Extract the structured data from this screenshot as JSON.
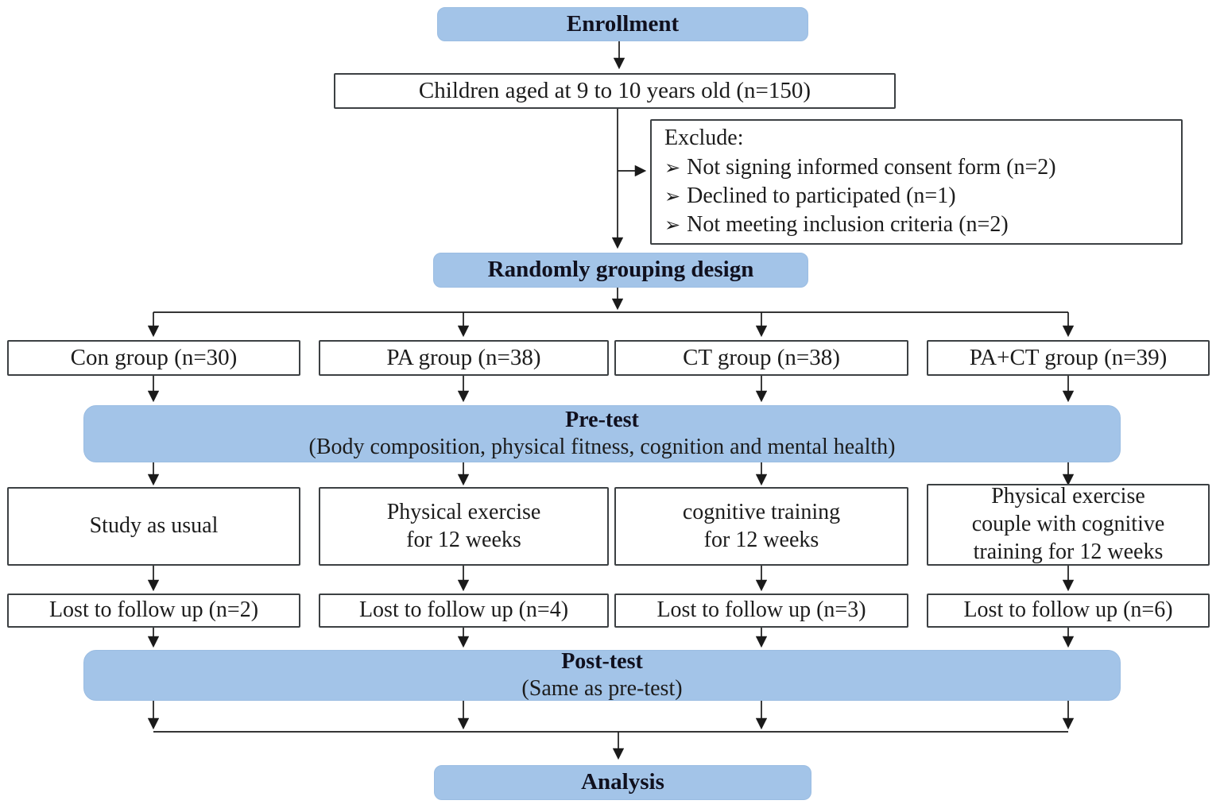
{
  "colors": {
    "node_fill": "#a3c4e8",
    "box_border": "#3c4043",
    "arrow": "#1a1a1a",
    "text": "#1c1c1c"
  },
  "flow": {
    "enrollment": "Enrollment",
    "population": "Children aged at 9 to 10 years old (n=150)",
    "exclude": {
      "title": "Exclude:",
      "bullet": "➢",
      "items": [
        "Not signing informed consent form (n=2)",
        "Declined to participated (n=1)",
        "Not meeting inclusion criteria (n=2)"
      ]
    },
    "randomization": "Randomly grouping design",
    "groups": [
      "Con group (n=30)",
      "PA group (n=38)",
      "CT group (n=38)",
      "PA+CT group (n=39)"
    ],
    "pretest": {
      "title": "Pre-test",
      "detail": "(Body composition, physical fitness, cognition and mental health)"
    },
    "interventions": [
      "Study as usual",
      "Physical exercise\nfor 12 weeks",
      "cognitive training\nfor 12 weeks",
      "Physical exercise\ncouple with cognitive\ntraining for 12 weeks"
    ],
    "lost_to_follow_up": [
      "Lost to follow up (n=2)",
      "Lost to follow up (n=4)",
      "Lost to follow up (n=3)",
      "Lost to follow up (n=6)"
    ],
    "posttest": {
      "title": "Post-test",
      "detail": "(Same as pre-test)"
    },
    "analysis": "Analysis"
  }
}
